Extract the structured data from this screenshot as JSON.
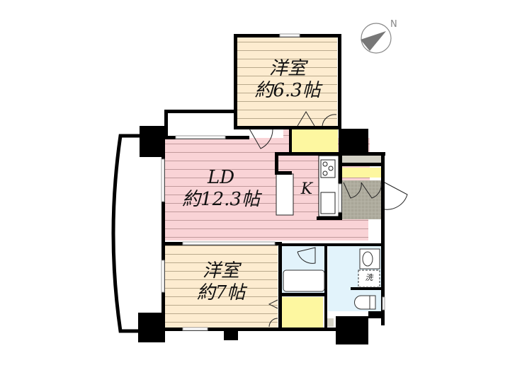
{
  "floor_plan": {
    "compass": {
      "label": "N",
      "color": "#7a7a7a"
    },
    "rooms": [
      {
        "id": "western-room-1",
        "name": "洋室",
        "area": "約6.3帖",
        "floor_color": "#fdecd0"
      },
      {
        "id": "living-dining",
        "name": "LD",
        "area": "約12.3帖",
        "floor_color": "#f9d3d6"
      },
      {
        "id": "kitchen",
        "name": "K",
        "area": "",
        "floor_color": "#f9d3d6"
      },
      {
        "id": "western-room-2",
        "name": "洋室",
        "area": "約7帖",
        "floor_color": "#fdecd0"
      },
      {
        "id": "bathroom",
        "name": "",
        "area": "",
        "floor_color": "#e2f3fb"
      },
      {
        "id": "washroom",
        "name": "",
        "area": "",
        "floor_color": "#e2f3fb"
      },
      {
        "id": "closet",
        "name": "",
        "area": "",
        "floor_color": "#fdf7a0"
      },
      {
        "id": "entrance",
        "name": "",
        "area": "",
        "floor_color": "#b8b5a8"
      }
    ],
    "fixtures": {
      "washing_machine_label": "洗"
    },
    "colors": {
      "wall": "#000000",
      "balcony_line": "#000000",
      "window": "#9a9a9a",
      "shelf": "#d4d2c6"
    }
  }
}
